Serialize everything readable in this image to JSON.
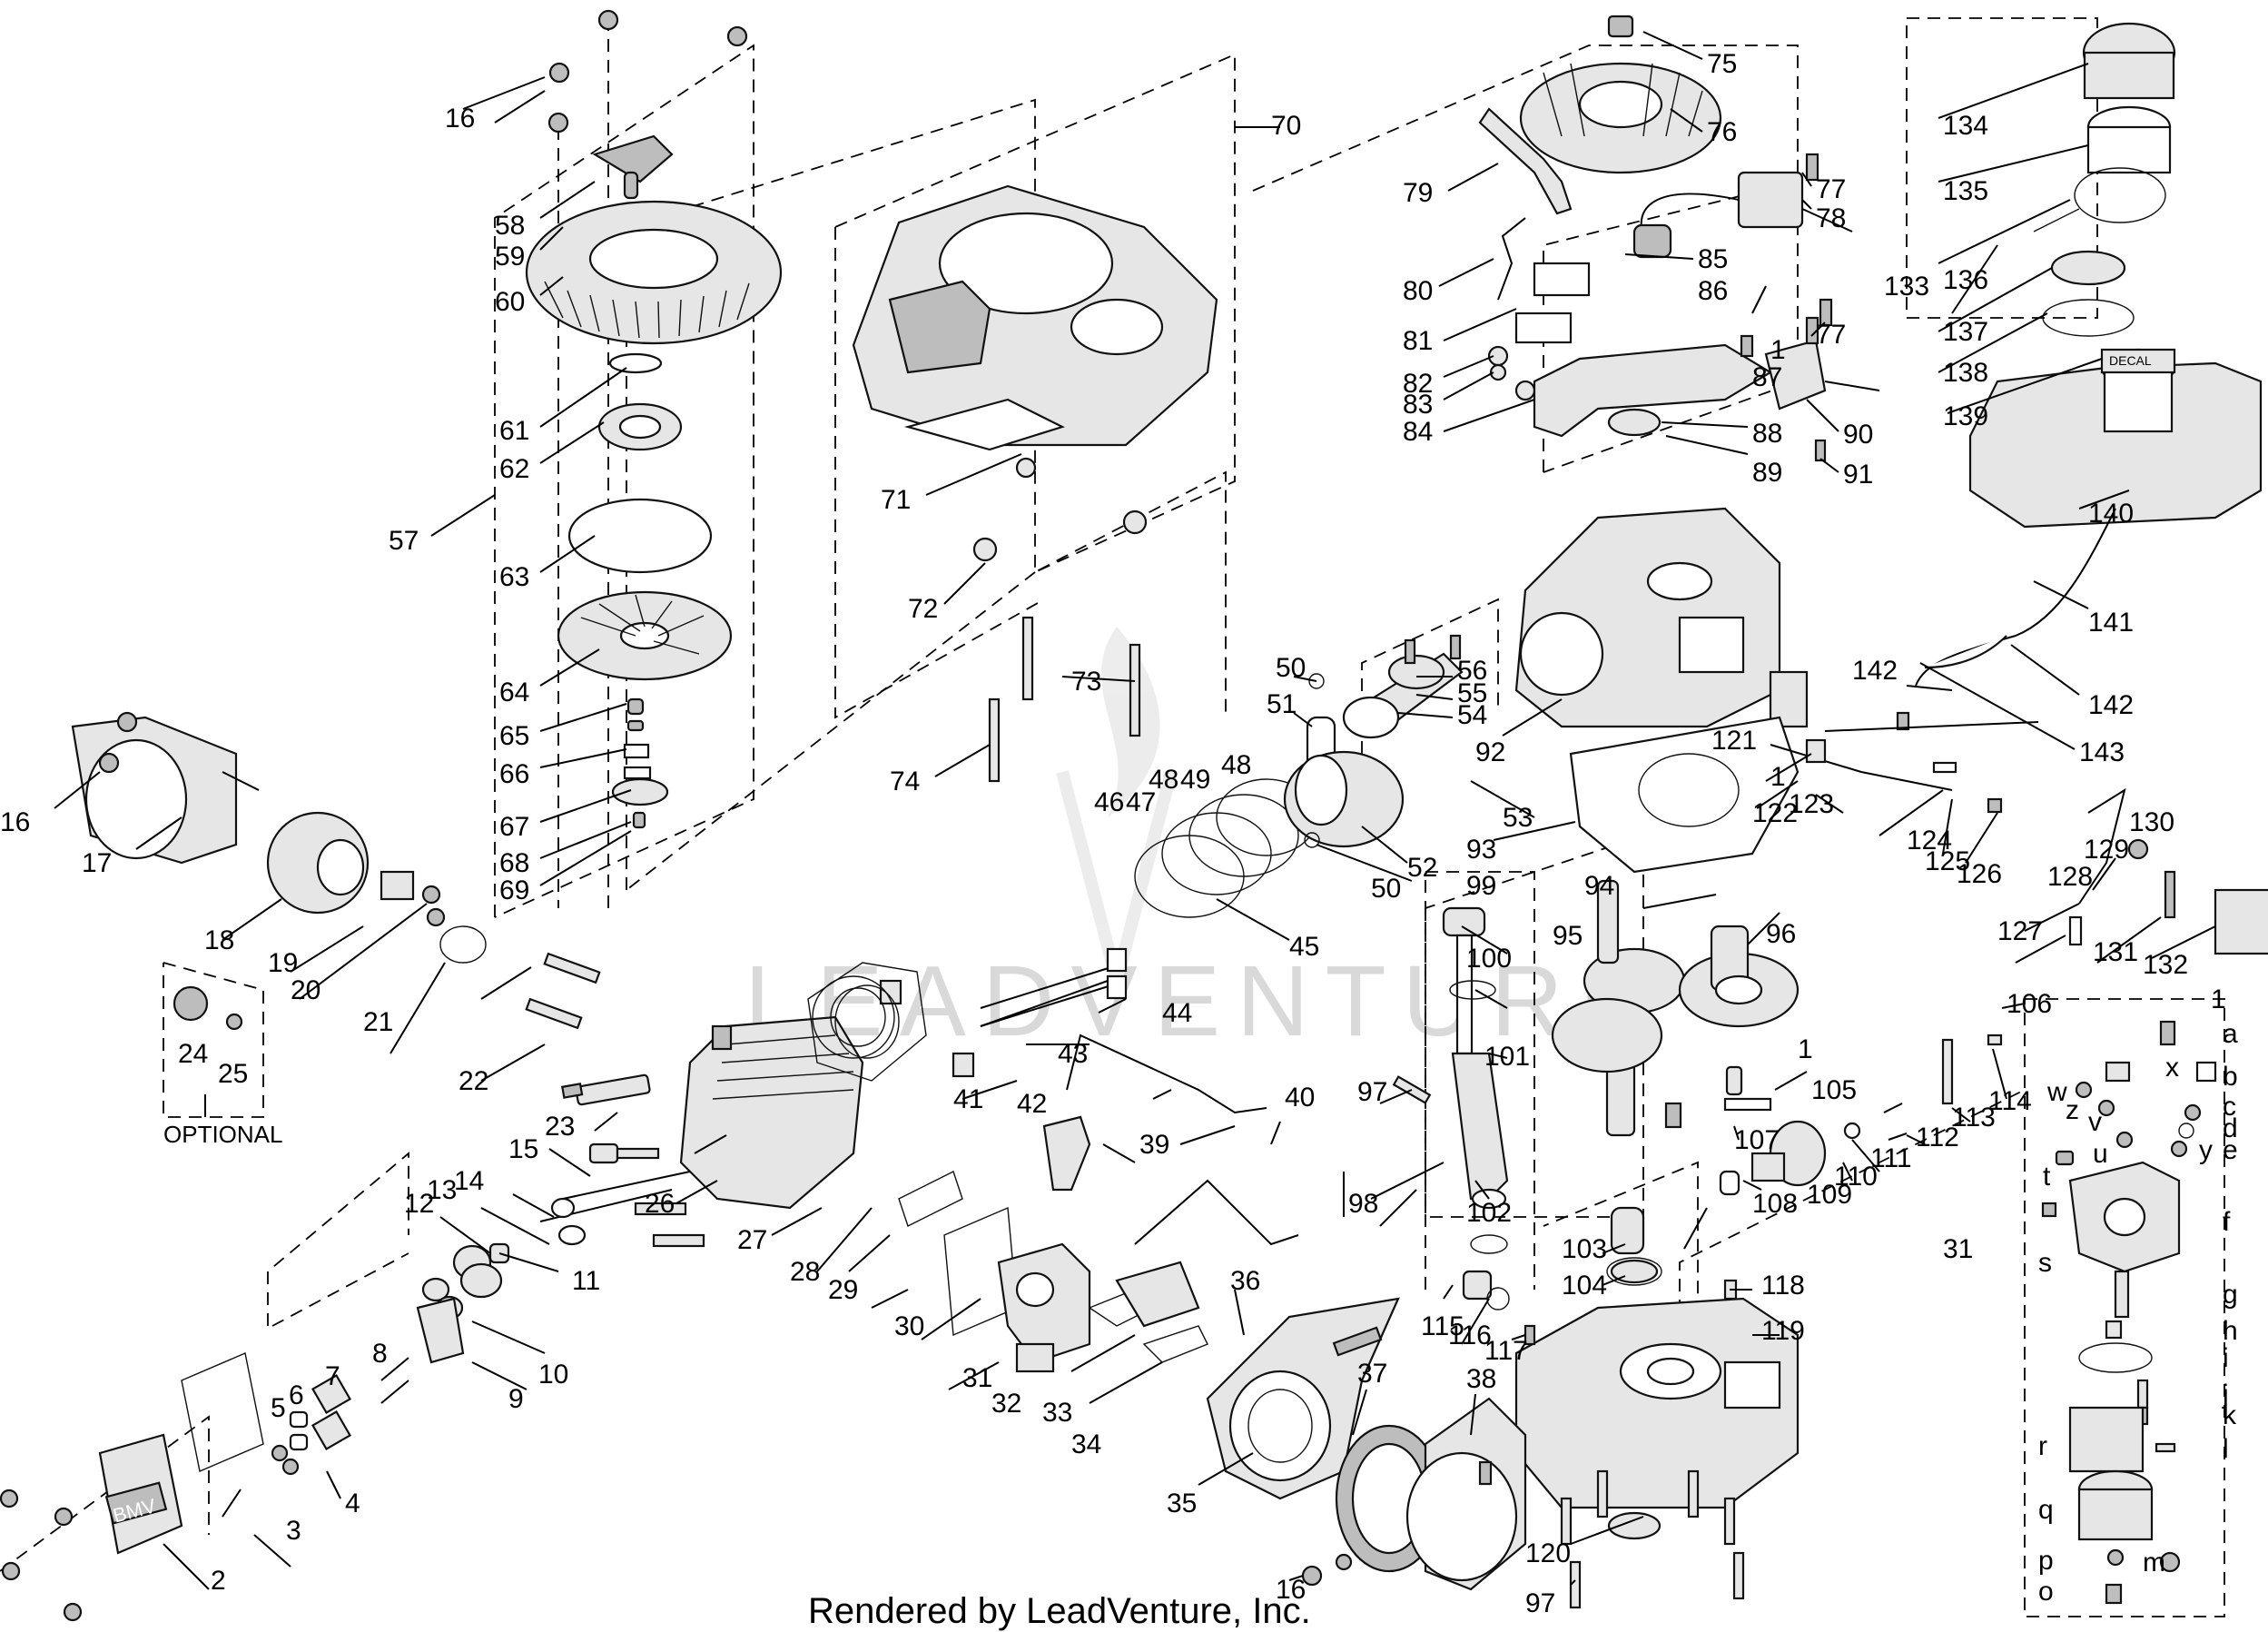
{
  "footer_text": "Rendered by LeadVenture, Inc.",
  "watermark_text": "LEADVENTURE",
  "optional_label": "OPTIONAL",
  "valve_cover_text": "BMV",
  "tank_decal_text": "DECAL",
  "callouts": {
    "c1": "1",
    "c2": "2",
    "c3": "3",
    "c4": "4",
    "c5": "5",
    "c6": "6",
    "c7": "7",
    "c8": "8",
    "c9": "9",
    "c10": "10",
    "c11": "11",
    "c12": "12",
    "c13": "13",
    "c14": "14",
    "c15": "15",
    "c16": "16",
    "c17": "17",
    "c18": "18",
    "c19": "19",
    "c20": "20",
    "c21": "21",
    "c22": "22",
    "c23": "23",
    "c24": "24",
    "c25": "25",
    "c26": "26",
    "c27": "27",
    "c28": "28",
    "c29": "29",
    "c30": "30",
    "c31": "31",
    "c32": "32",
    "c33": "33",
    "c34": "34",
    "c35": "35",
    "c36": "36",
    "c37": "37",
    "c38": "38",
    "c39": "39",
    "c40": "40",
    "c41": "41",
    "c42": "42",
    "c43": "43",
    "c44": "44",
    "c45": "45",
    "c46": "46",
    "c47": "47",
    "c48": "48",
    "c49": "49",
    "c50": "50",
    "c51": "51",
    "c52": "52",
    "c53": "53",
    "c54": "54",
    "c55": "55",
    "c56": "56",
    "c57": "57",
    "c58": "58",
    "c59": "59",
    "c60": "60",
    "c61": "61",
    "c62": "62",
    "c63": "63",
    "c64": "64",
    "c65": "65",
    "c66": "66",
    "c67": "67",
    "c68": "68",
    "c69": "69",
    "c70": "70",
    "c71": "71",
    "c72": "72",
    "c73": "73",
    "c74": "74",
    "c75": "75",
    "c76": "76",
    "c77": "77",
    "c78": "78",
    "c79": "79",
    "c80": "80",
    "c81": "81",
    "c82": "82",
    "c83": "83",
    "c84": "84",
    "c85": "85",
    "c86": "86",
    "c87": "87",
    "c88": "88",
    "c89": "89",
    "c90": "90",
    "c91": "91",
    "c92": "92",
    "c93": "93",
    "c94": "94",
    "c95": "95",
    "c96": "96",
    "c97": "97",
    "c98": "98",
    "c99": "99",
    "c100": "100",
    "c101": "101",
    "c102": "102",
    "c103": "103",
    "c104": "104",
    "c105": "105",
    "c106": "106",
    "c107": "107",
    "c108": "108",
    "c109": "109",
    "c110": "110",
    "c111": "111",
    "c112": "112",
    "c113": "113",
    "c114": "114",
    "c115": "115",
    "c116": "116",
    "c117": "117",
    "c118": "118",
    "c119": "119",
    "c120": "120",
    "c121": "121",
    "c122": "122",
    "c123": "123",
    "c124": "124",
    "c125": "125",
    "c126": "126",
    "c127": "127",
    "c128": "128",
    "c129": "129",
    "c130": "130",
    "c131": "131",
    "c132": "132",
    "c133": "133",
    "c134": "134",
    "c135": "135",
    "c136": "136",
    "c137": "137",
    "c138": "138",
    "c139": "139",
    "c140": "140",
    "c141": "141",
    "c142": "142",
    "c143": "143",
    "la": "a",
    "lb": "b",
    "lc": "c",
    "ld": "d",
    "le": "e",
    "lf": "f",
    "lg": "g",
    "lh": "h",
    "li": "i",
    "lj": "j",
    "lk": "k",
    "ll": "l",
    "lm": "m",
    "lo": "o",
    "lp": "p",
    "lq": "q",
    "lr": "r",
    "ls": "s",
    "lt": "t",
    "lu": "u",
    "lv": "v",
    "lw": "w",
    "lx": "x",
    "ly": "y",
    "lz": "z"
  }
}
